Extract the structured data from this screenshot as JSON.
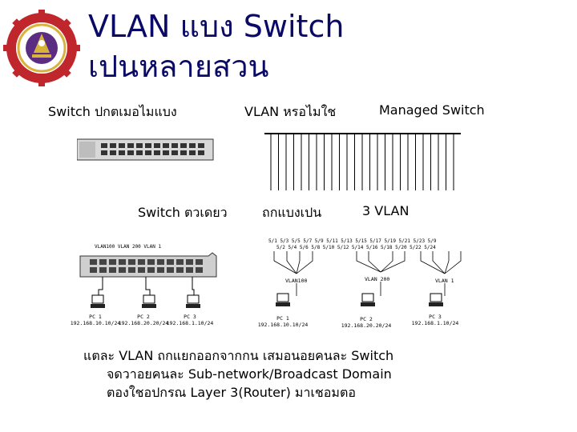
{
  "title": {
    "line1": "VLAN แบง   Switch",
    "line2": "เปนหลายสวน"
  },
  "row1": {
    "left": "Switch ปกตเมอไมแบง",
    "middle": "VLAN หรอไมใช",
    "right": "Managed Switch"
  },
  "row2": {
    "left": "Switch ตวเดยว",
    "middle": "ถกแบงเปน",
    "right": "3 VLAN"
  },
  "switch_left": {
    "vlan_labels": "VLAN100  VLAN 200   VLAN 1"
  },
  "pcs_left": [
    {
      "name": "PC 1",
      "ip": "192.168.10.10/24"
    },
    {
      "name": "PC 2",
      "ip": "192.168.20.20/24"
    },
    {
      "name": "PC 3",
      "ip": "192.168.1.10/24"
    }
  ],
  "ports_top": "5/1      5/3      5/5     5/7     5/9    5/11  5/13  5/15  5/17  5/19  5/21  5/23   5/9",
  "ports_bottom": "5/2    5/4    5/6    5/8    5/10  5/12  5/14  5/16  5/18  5/20  5/22  5/24",
  "vlan_right": {
    "v100": "VLAN100",
    "v200": "VLAN 200",
    "v1": "VLAN 1"
  },
  "pcs_right": [
    {
      "name": "PC 1",
      "ip": "192.168.10.10/24"
    },
    {
      "name": "PC 2",
      "ip": "192.168.20.20/24"
    },
    {
      "name": "PC 3",
      "ip": "192.168.1.10/24"
    }
  ],
  "bottom": {
    "line1": "แตละ  VLAN ถกแยกออกจากกน    เสมอนอยคนละ         Switch",
    "line2": "จดวาอยคนละ        Sub-network/Broadcast Domain",
    "line3": "ตองใชอปกรณ        Layer 3(Router) มาเชอมตอ"
  },
  "colors": {
    "title": "#0a0a66",
    "logo_red": "#c0272d",
    "logo_gold": "#d8b23a",
    "logo_purple": "#5a2d82"
  }
}
